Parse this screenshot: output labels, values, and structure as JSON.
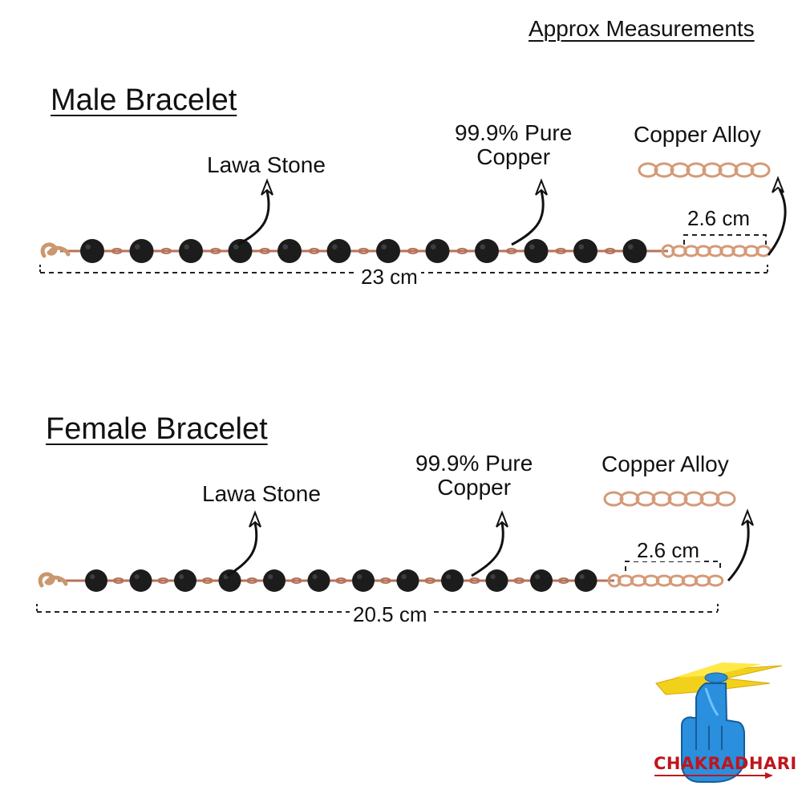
{
  "note": "Approx Measurements",
  "male": {
    "title": "Male Bracelet",
    "stone_label": "Lawa Stone",
    "copper_label_line1": "99.9% Pure",
    "copper_label_line2": "Copper",
    "alloy_label": "Copper Alloy",
    "extension_length": "2.6 cm",
    "total_length": "23 cm",
    "bead_count": 12
  },
  "female": {
    "title": "Female Bracelet",
    "stone_label": "Lawa Stone",
    "copper_label_line1": "99.9% Pure",
    "copper_label_line2": "Copper",
    "alloy_label": "Copper Alloy",
    "extension_length": "2.6 cm",
    "total_length": "20.5 cm",
    "bead_count": 12
  },
  "logo": {
    "brand": "CHAKRADHARI",
    "icon": "hand-with-chakra-icon"
  },
  "colors": {
    "bead": "#1c1c1c",
    "copper_wire": "#b5735a",
    "alloy_chain": "#d49a78",
    "clasp": "#c9986e",
    "brand_red": "#c0151c",
    "hand_blue": "#2a8fdc",
    "chakra_yellow": "#f2d11a"
  }
}
